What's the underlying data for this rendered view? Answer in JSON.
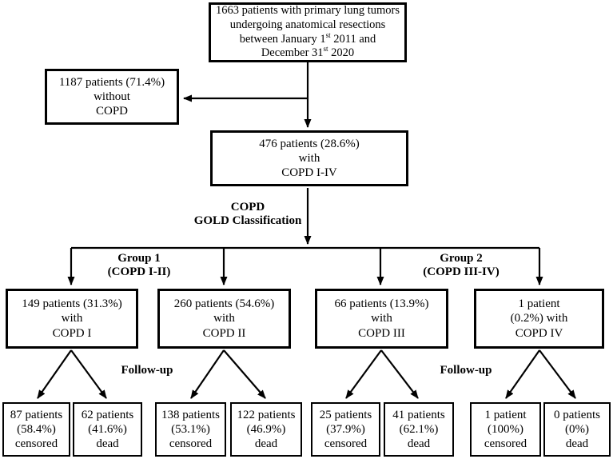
{
  "figure": {
    "background": "#ffffff",
    "line_color": "#000000",
    "text_color": "#000000"
  },
  "nodes": {
    "total": {
      "line1": "1663 patients with primary lung tumors",
      "line2": "undergoing anatomical resections",
      "line3_pre": "between January 1",
      "line3_sup": "st",
      "line3_post": " 2011 and",
      "line4_pre": "December 31",
      "line4_sup": "st",
      "line4_post": " 2020"
    },
    "no_copd": "1187 patients (71.4%)\nwithout\nCOPD",
    "copd_all": "476 patients (28.6%)\nwith\nCOPD I-IV",
    "copd1": "149 patients (31.3%)\nwith\nCOPD I",
    "copd2": "260 patients (54.6%)\nwith\nCOPD II",
    "copd3": "66 patients (13.9%)\nwith\nCOPD III",
    "copd4": "1 patient\n(0.2%) with\nCOPD IV",
    "copd1_censored": "87 patients\n(58.4%)\ncensored",
    "copd1_dead": "62 patients\n(41.6%)\ndead",
    "copd2_censored": "138 patients\n(53.1%)\ncensored",
    "copd2_dead": "122 patients\n(46.9%)\ndead",
    "copd3_censored": "25 patients\n(37.9%)\ncensored",
    "copd3_dead": "41 patients\n(62.1%)\ndead",
    "copd4_censored": "1 patient\n(100%)\ncensored",
    "copd4_dead": "0 patients\n(0%)\ndead"
  },
  "labels": {
    "classification": "COPD\nGOLD Classification",
    "group1": "Group 1\n(COPD I-II)",
    "group2": "Group 2\n(COPD III-IV)",
    "followup_left": "Follow-up",
    "followup_right": "Follow-up"
  }
}
